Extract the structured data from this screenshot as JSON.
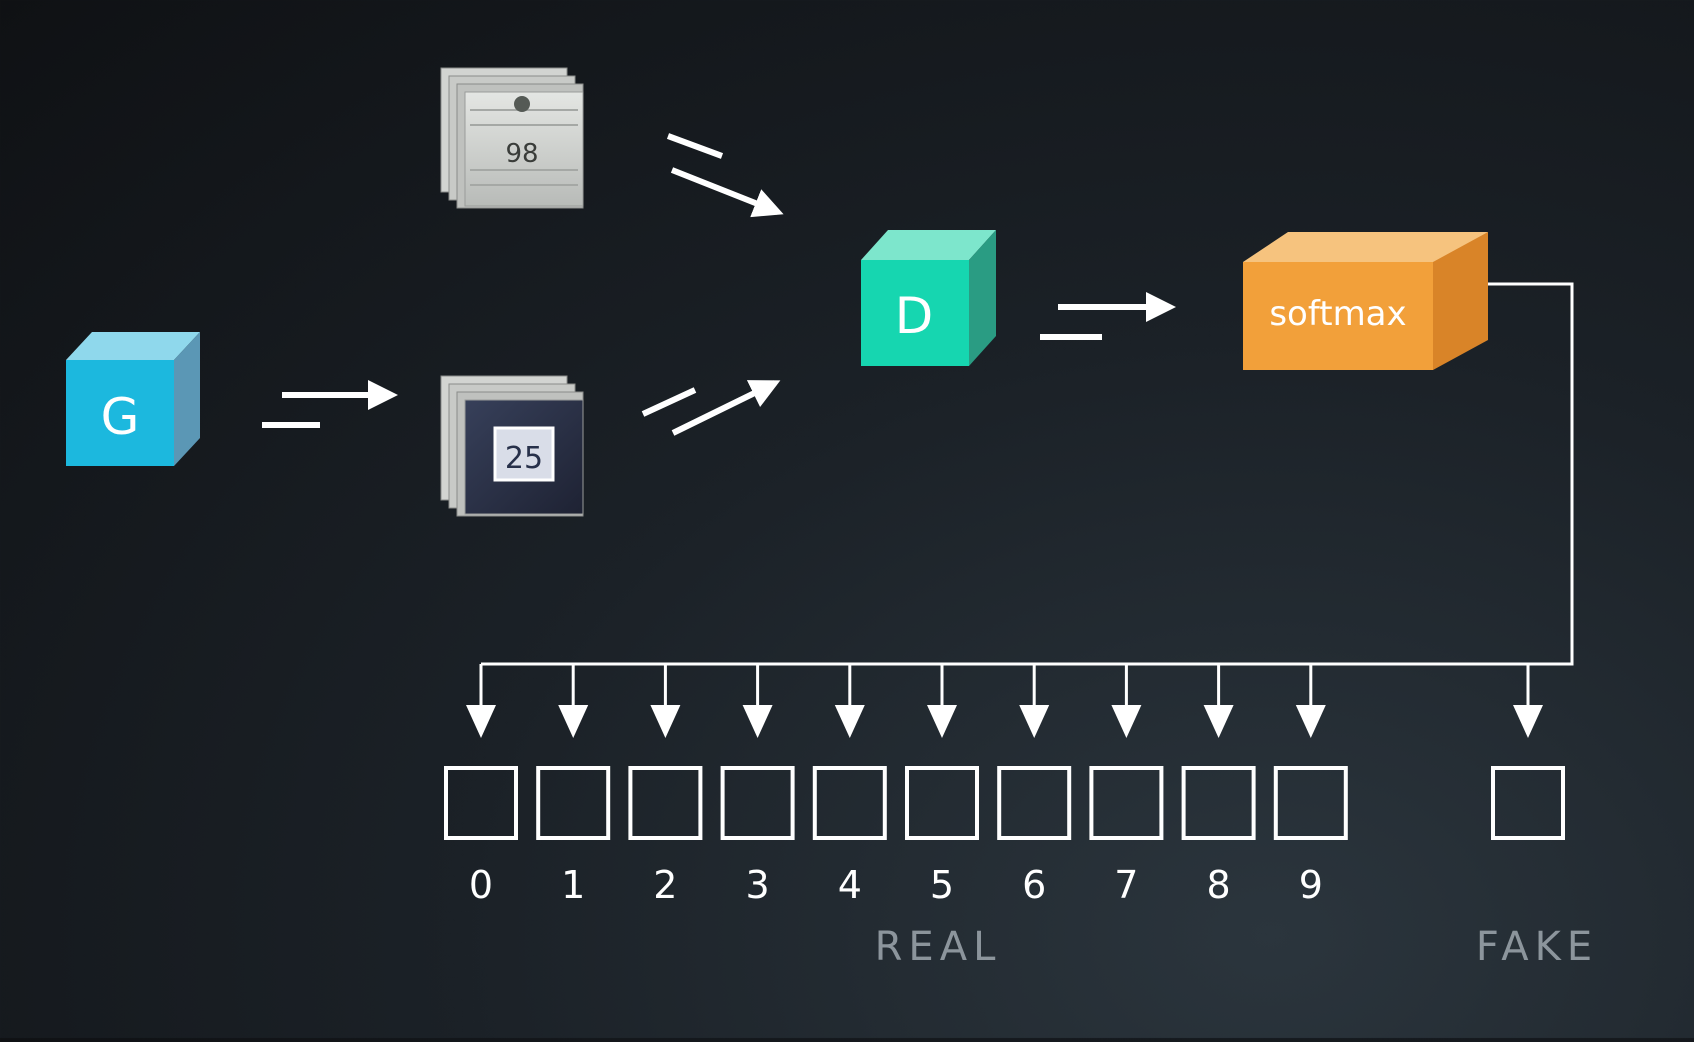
{
  "generator": {
    "label": "G",
    "color": "#1cb8de"
  },
  "discriminator": {
    "label": "D",
    "color": "#16d6b0"
  },
  "softmax": {
    "label": "softmax",
    "color": "#f2a03a"
  },
  "real_images": {
    "digits": "98"
  },
  "fake_images": {
    "digits": "25"
  },
  "outputs": {
    "real_classes": [
      "0",
      "1",
      "2",
      "3",
      "4",
      "5",
      "6",
      "7",
      "8",
      "9"
    ],
    "fake_class": "",
    "real_label": "REAL",
    "fake_label": "FAKE"
  }
}
